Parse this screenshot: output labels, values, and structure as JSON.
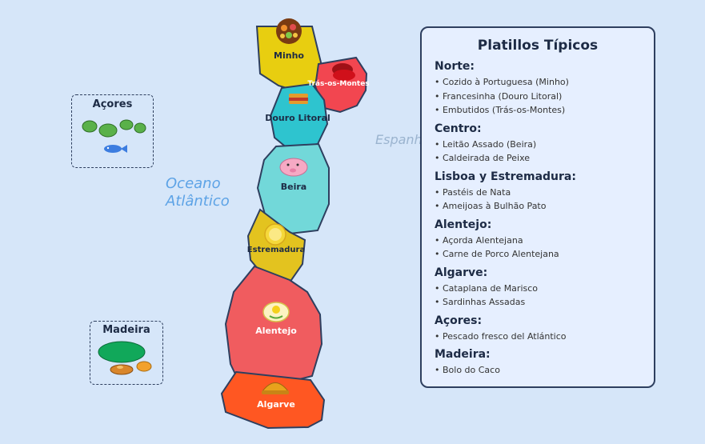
{
  "ocean_label": [
    "Oceano",
    "Atlântico"
  ],
  "spain_label": "Espanha",
  "regions": {
    "minho": "Minho",
    "tras_os_montes": "Trás-os-Montes",
    "douro_litoral": "Douro Litoral",
    "beira": "Beira",
    "estremadura": "Estremadura",
    "alentejo": "Alentejo",
    "algarve": "Algarve"
  },
  "islands": {
    "acores": "Açores",
    "madeira": "Madeira"
  },
  "colors": {
    "minho": "#e8ce10",
    "tras_os_montes": "#f24650",
    "douro_litoral": "#2ec4cf",
    "beira": "#72d8d9",
    "estremadura": "#e3c31f",
    "alentejo": "#f05c5f",
    "algarve": "#ff5722",
    "background": "#d6e6f9",
    "border": "#2e3f5f"
  },
  "legend": {
    "title": "Platillos Típicos",
    "sections": [
      {
        "title": "Norte:",
        "items": [
          "• Cozido à Portuguesa (Minho)",
          "• Francesinha (Douro Litoral)",
          "• Embutidos (Trás-os-Montes)"
        ]
      },
      {
        "title": "Centro:",
        "items": [
          "• Leitão Assado (Beira)",
          "• Caldeirada de Peixe"
        ]
      },
      {
        "title": "Lisboa y Estremadura:",
        "items": [
          "• Pastéis de Nata",
          "• Ameijoas à Bulhão Pato"
        ]
      },
      {
        "title": "Alentejo:",
        "items": [
          "• Açorda Alentejana",
          "• Carne de Porco Alentejana"
        ]
      },
      {
        "title": "Algarve:",
        "items": [
          "• Cataplana de Marisco",
          "• Sardinhas Assadas"
        ]
      },
      {
        "title": "Açores:",
        "items": [
          "• Pescado fresco del Atlántico"
        ]
      },
      {
        "title": "Madeira:",
        "items": [
          "• Bolo do Caco"
        ]
      }
    ]
  }
}
